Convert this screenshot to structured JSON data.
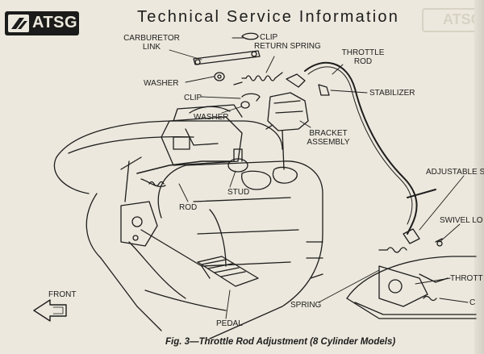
{
  "header": {
    "logo_text": "ATSG",
    "title": "Technical Service Information",
    "ghost_logo_text": "ATSG"
  },
  "labels": {
    "clip_top": "CLIP",
    "carburetor_link_1": "CARBURETOR",
    "carburetor_link_2": "LINK",
    "return_spring": "RETURN SPRING",
    "throttle_rod_1": "THROTTLE",
    "throttle_rod_2": "ROD",
    "washer_1": "WASHER",
    "clip_mid": "CLIP",
    "washer_2": "WASHER",
    "stabilizer": "STABILIZER",
    "bracket_1": "BRACKET",
    "bracket_2": "ASSEMBLY",
    "adjustable": "ADJUSTABLE S",
    "stud": "STUD",
    "rod": "ROD",
    "swivel": "SWIVEL LO",
    "thrott": "THROTT",
    "c_label": "C",
    "front": "FRONT",
    "spring": "SPRING",
    "pedal": "PEDAL"
  },
  "caption": "Fig. 3—Throttle Rod Adjustment (8 Cylinder Models)",
  "colors": {
    "paper": "#ece8dd",
    "ink": "#1d1d1d"
  }
}
